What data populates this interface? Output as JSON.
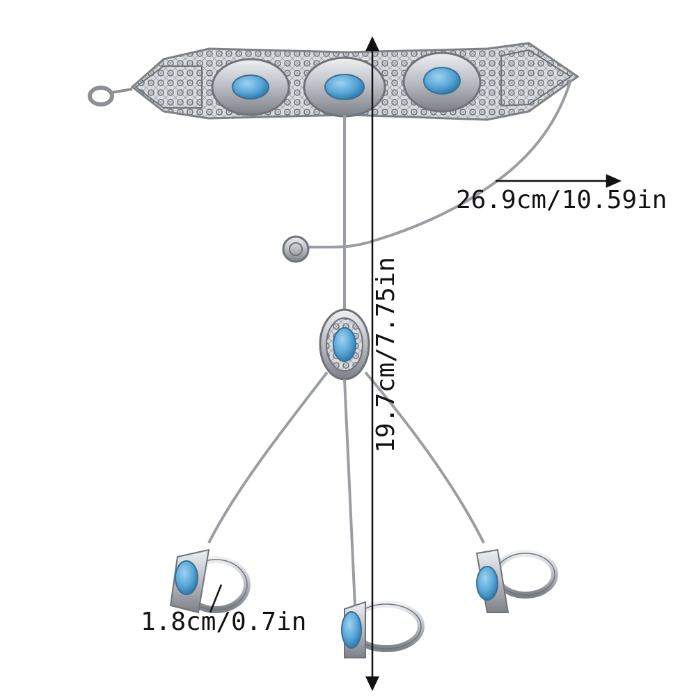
{
  "product": {
    "description_icon": "silver-hand-chain-bracelet-with-turquoise-stones",
    "colors": {
      "silver": "#c9ccd1",
      "silver_dark": "#6f7378",
      "turquoise": "#5aa7d8",
      "text": "#111111"
    }
  },
  "dimensions": {
    "length_label": "26.9cm/10.59in",
    "height_label": "19.7cm/7.75in",
    "ring_label": "1.8cm/0.7in"
  }
}
